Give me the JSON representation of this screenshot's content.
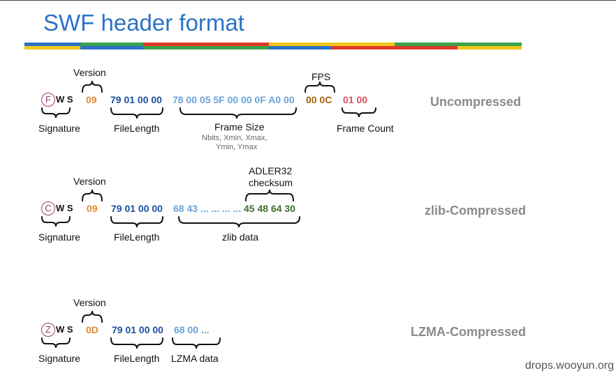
{
  "title": "SWF header format",
  "colors": {
    "title": "#2c72c7",
    "bar_blue": "#2c72c7",
    "bar_green": "#3aa34a",
    "bar_red": "#e03a2a",
    "bar_yellow": "#f2c71a",
    "version": "#e08a2e",
    "filelength": "#1d4f9f",
    "framesize": "#6aa3d8",
    "fps": "#a5620e",
    "framecount": "#d9505a",
    "adler": "#3f6f2e",
    "signature_circle": "#9c3c72"
  },
  "rows": [
    {
      "name": "Uncompressed",
      "sig_letter": "F",
      "sig_rest": "W S",
      "version_label": "Version",
      "version": "09",
      "filelength": "79 01 00 00",
      "signature_label": "Signature",
      "filelength_label": "FileLength",
      "framesize": "78 00 05 5F 00 00 0F A0 00",
      "framesize_label": "Frame Size",
      "framesize_note_1": "Nbits, Xmin, Xmax,",
      "framesize_note_2": "Ymin, Ymax",
      "fps_label": "FPS",
      "fps": "00 0C",
      "framecount": "01 00",
      "framecount_label": "Frame Count"
    },
    {
      "name": "zlib-Compressed",
      "sig_letter": "C",
      "sig_rest": "W S",
      "version_label": "Version",
      "version": "09",
      "filelength": "79 01 00 00",
      "signature_label": "Signature",
      "filelength_label": "FileLength",
      "data": "68 43 ... ... ... ...",
      "adler": "45 48 64 30",
      "adler_label_1": "ADLER32",
      "adler_label_2": "checksum",
      "data_label": "zlib data"
    },
    {
      "name": "LZMA-Compressed",
      "sig_letter": "Z",
      "sig_rest": "W S",
      "version_label": "Version",
      "version": "0D",
      "filelength": "79 01 00 00",
      "signature_label": "Signature",
      "filelength_label": "FileLength",
      "data": "68 00 ...",
      "data_label": "LZMA data"
    }
  ],
  "watermark": "drops.wooyun.org"
}
